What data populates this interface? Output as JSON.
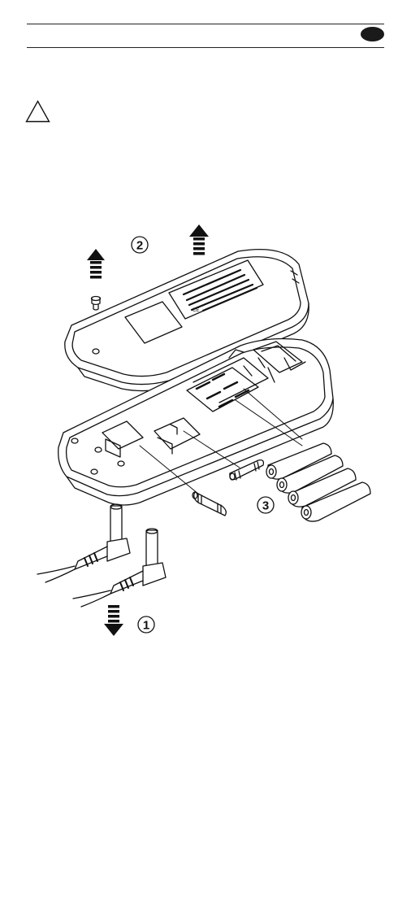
{
  "header": {
    "language_badge_color": "#1a1a1a"
  },
  "warning": {
    "icon": "warning-triangle-icon"
  },
  "figure": {
    "steps": [
      {
        "number": "1",
        "arrow": "down"
      },
      {
        "number": "2",
        "arrow": "up"
      },
      {
        "number": "3",
        "arrow": "none"
      }
    ],
    "battery_count": 4,
    "fuse_count": 2
  }
}
